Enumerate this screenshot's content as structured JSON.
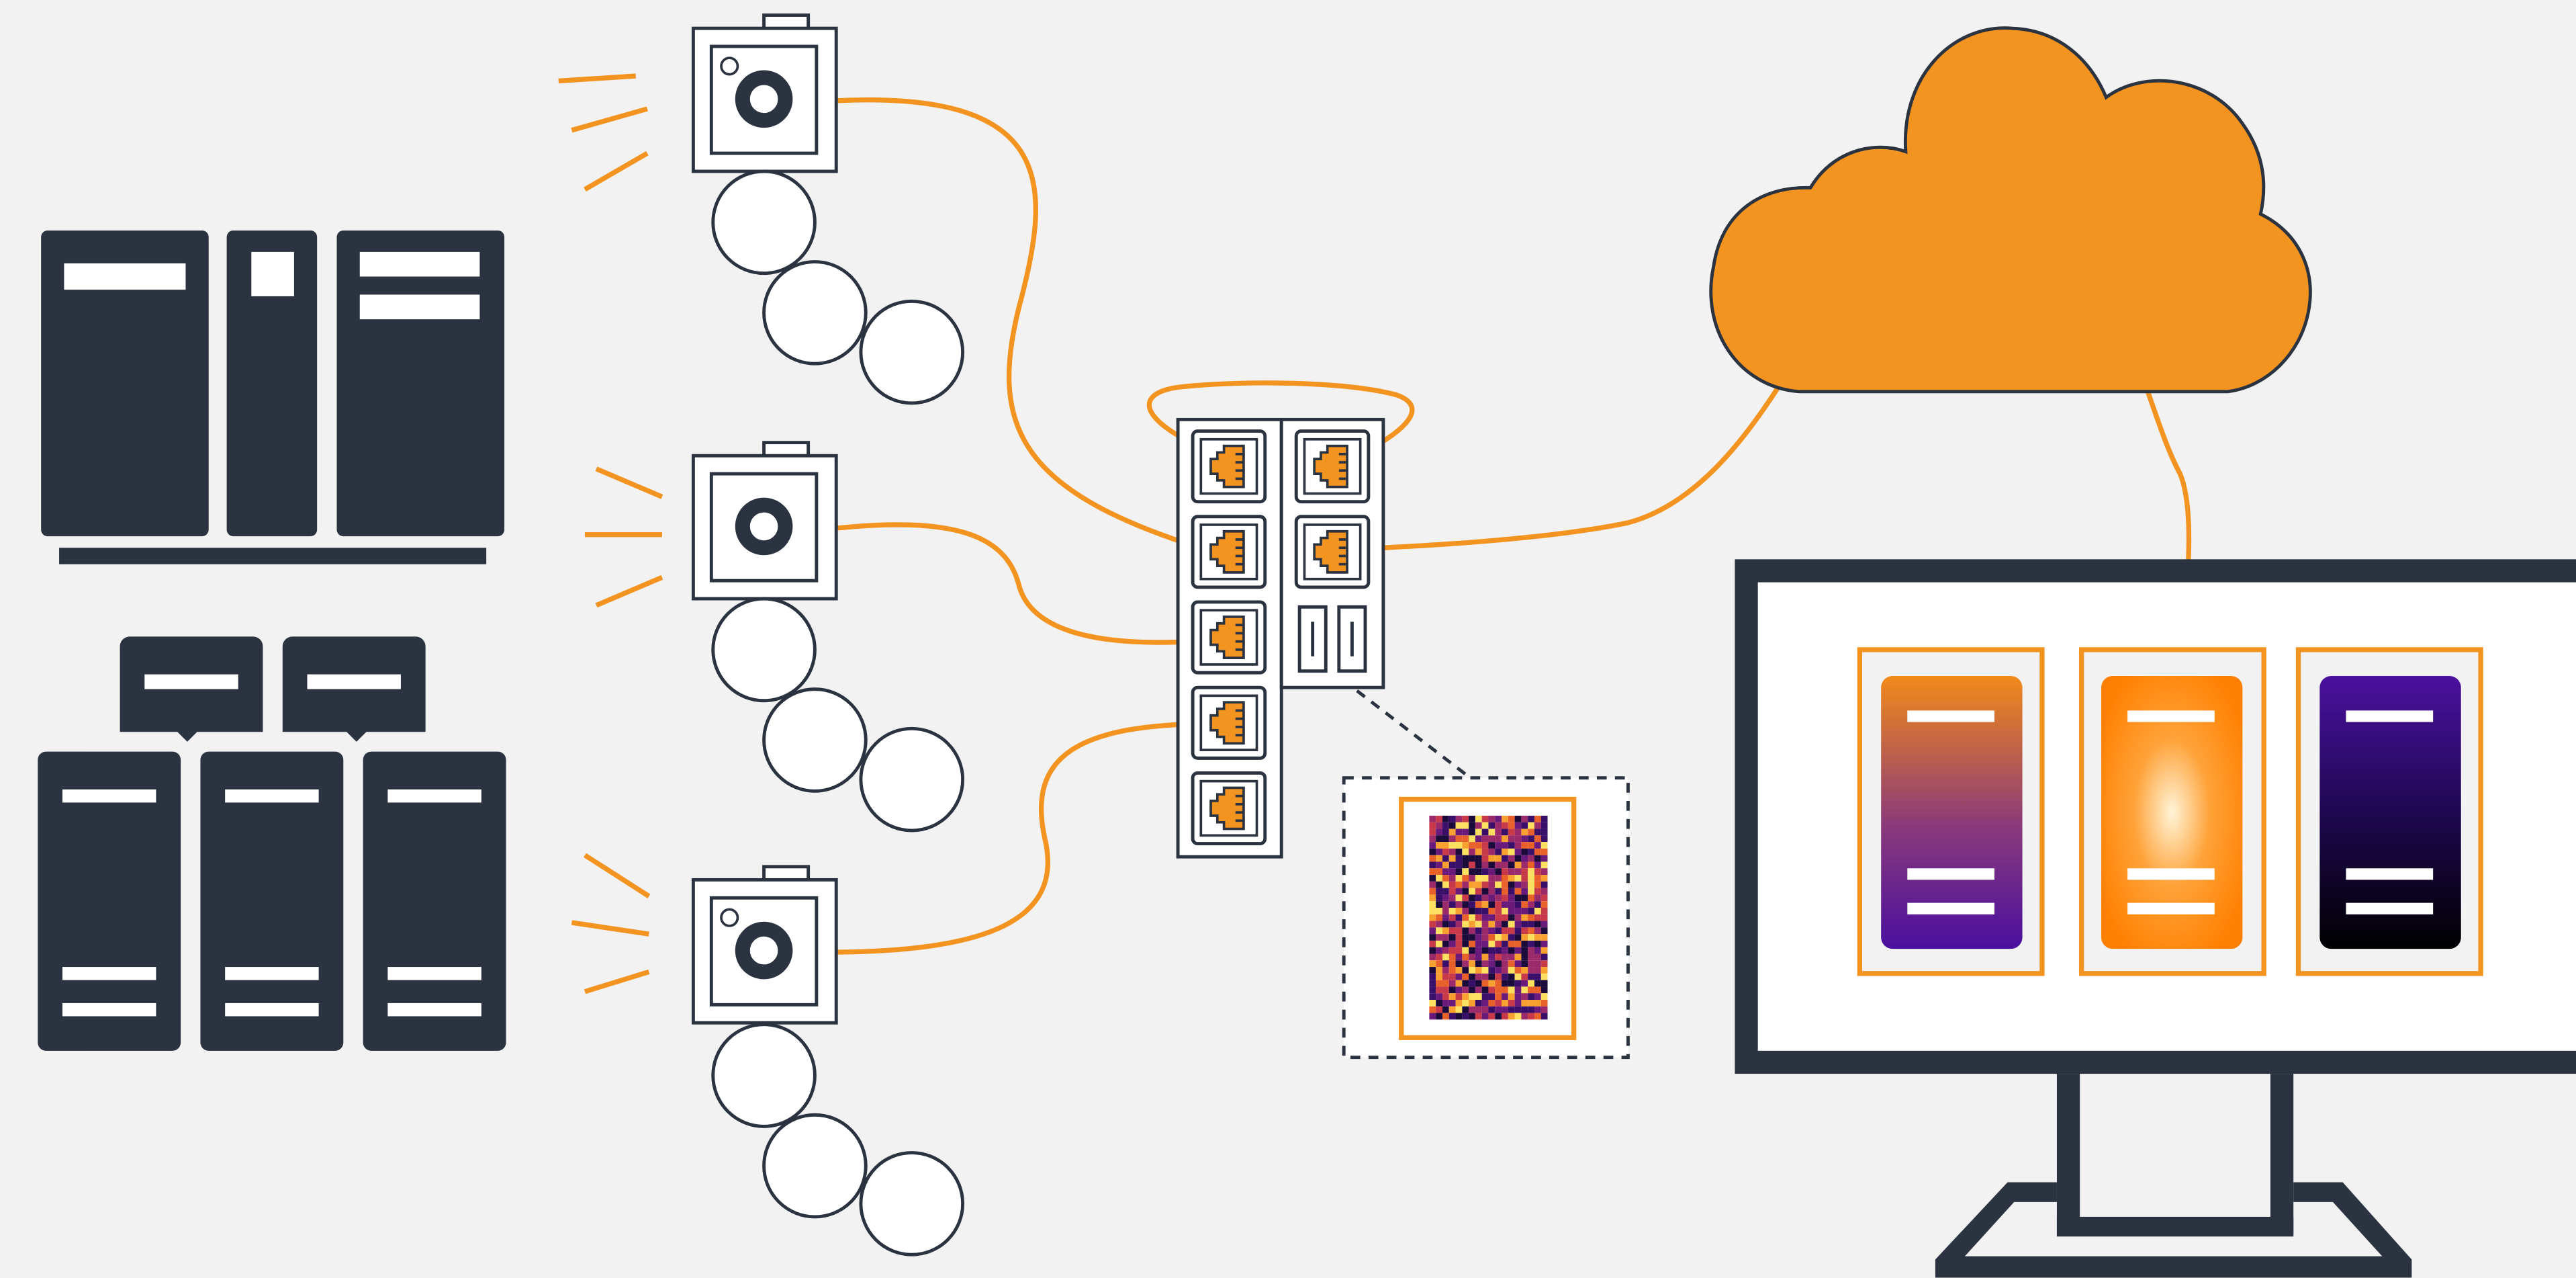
{
  "colors": {
    "background": "#f2f2f2",
    "dark": "#2a333f",
    "orange": "#f39320",
    "white": "#ffffff"
  },
  "diagram": {
    "elements": [
      {
        "name": "server-books-icon"
      },
      {
        "name": "server-cluster-icon"
      },
      {
        "name": "camera-icon",
        "count": 3
      },
      {
        "name": "network-switch-icon",
        "ports": 7
      },
      {
        "name": "thermal-image-thumbnail"
      },
      {
        "name": "cloud-icon"
      },
      {
        "name": "monitor-icon"
      },
      {
        "name": "gradient-panel",
        "count": 3
      }
    ],
    "connections": [
      {
        "from": "camera-1",
        "to": "network-switch"
      },
      {
        "from": "camera-2",
        "to": "network-switch"
      },
      {
        "from": "camera-3",
        "to": "network-switch"
      },
      {
        "from": "network-switch",
        "to": "cloud"
      },
      {
        "from": "cloud",
        "to": "monitor"
      }
    ]
  }
}
